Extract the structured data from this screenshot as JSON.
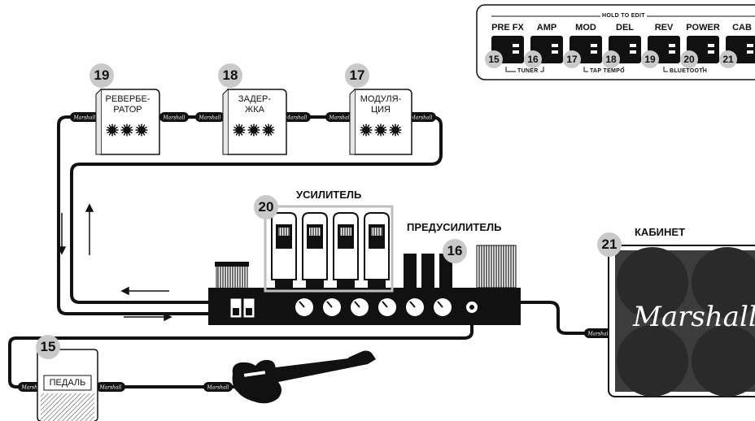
{
  "footswitch_panel": {
    "hold_to_edit": "HOLD TO EDIT",
    "buttons": [
      {
        "label": "PRE FX",
        "number": "15"
      },
      {
        "label": "AMP",
        "number": "16"
      },
      {
        "label": "MOD",
        "number": "17"
      },
      {
        "label": "DEL",
        "number": "18"
      },
      {
        "label": "REV",
        "number": "19"
      },
      {
        "label": "POWER",
        "number": "20"
      },
      {
        "label": "CAB",
        "number": "21"
      }
    ],
    "group_labels": {
      "tuner": "TUNER",
      "tap_tempo": "TAP TEMPO",
      "bluetooth": "BLUETOOTH"
    }
  },
  "effects": [
    {
      "number": "19",
      "name_line1": "РЕВЕРБЕ-",
      "name_line2": "РАТОР"
    },
    {
      "number": "18",
      "name_line1": "ЗАДЕР-",
      "name_line2": "ЖКА"
    },
    {
      "number": "17",
      "name_line1": "МОДУЛЯ-",
      "name_line2": "ЦИЯ"
    }
  ],
  "amp": {
    "title": "УСИЛИТЕЛЬ",
    "number": "20"
  },
  "preamp": {
    "title": "ПРЕДУСИЛИТЕЛЬ",
    "number": "16"
  },
  "cabinet": {
    "title": "КАБИНЕТ",
    "number": "21",
    "logo": "Marshall"
  },
  "pedal": {
    "number": "15",
    "name": "ПЕДАЛЬ"
  },
  "cable_brand": "Marshall",
  "colors": {
    "badge": "#c9c9c9",
    "ink": "#111111",
    "amp_box": "#bfbfbf"
  }
}
